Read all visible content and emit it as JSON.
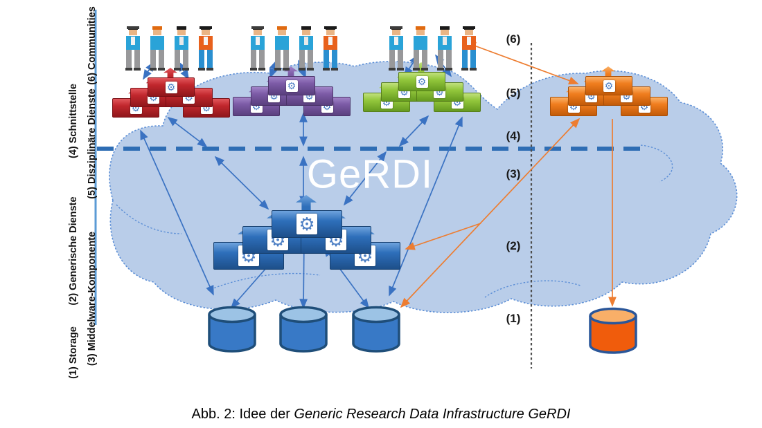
{
  "figure": {
    "caption_prefix": "Abb. 2: Idee der ",
    "caption_italic": "Generic Research Data Infrastructure GeRDI"
  },
  "cloud": {
    "title": "GeRDI",
    "fill": "#b9cde9",
    "border": "#5b8ed6"
  },
  "left_axis": {
    "outer_labels": [
      {
        "text": "(1) Storage"
      },
      {
        "text": "(2) Generische  Dienste"
      },
      {
        "text": "(4) Schnittstelle"
      }
    ],
    "inner_labels": [
      {
        "text": "(3) Middelware-Komponente"
      },
      {
        "text": "(5) Disziplinäre  Dienste"
      },
      {
        "text": "(6) Communities"
      }
    ]
  },
  "level_markers": [
    {
      "label": "(6)"
    },
    {
      "label": "(5)"
    },
    {
      "label": "(4)"
    },
    {
      "label": "(3)"
    },
    {
      "label": "(2)"
    },
    {
      "label": "(1)"
    }
  ],
  "infrastructure": {
    "disciplinary_service_pyramids": [
      {
        "id": "red",
        "face": "#c1272d",
        "light": "#e2575c",
        "dark": "#8f161b",
        "border": "#7a1015"
      },
      {
        "id": "purple",
        "face": "#7c5ba6",
        "light": "#a183c8",
        "dark": "#5a3f7e",
        "border": "#4a3368"
      },
      {
        "id": "green",
        "face": "#94c83d",
        "light": "#c1e07d",
        "dark": "#659a1f",
        "border": "#567d1a"
      },
      {
        "id": "orange",
        "face": "#f07d1e",
        "light": "#fbb268",
        "dark": "#c25a08",
        "border": "#a84e06"
      }
    ],
    "middleware_pyramid": {
      "id": "blue-middleware",
      "face": "#2e6fba",
      "light": "#6fa3dd",
      "dark": "#1d4f8a",
      "border": "#17406f"
    },
    "gear_icon_glyph": "⚙",
    "community_groups": [
      {
        "id": "community-group-1",
        "people": 4
      },
      {
        "id": "community-group-2",
        "people": 4
      },
      {
        "id": "community-group-3",
        "people": 4
      }
    ],
    "storage": {
      "blue_databases": 3,
      "orange_databases": 1,
      "blue_fill": "#3879c6",
      "blue_top": "#9cc3e5",
      "blue_border": "#1f4e79",
      "orange_fill": "#f05c0c",
      "orange_top": "#f9af68",
      "orange_border": "#2a5699"
    },
    "arrow_colors": {
      "blue": "#3a72c2",
      "orange": "#ed7d31"
    }
  }
}
